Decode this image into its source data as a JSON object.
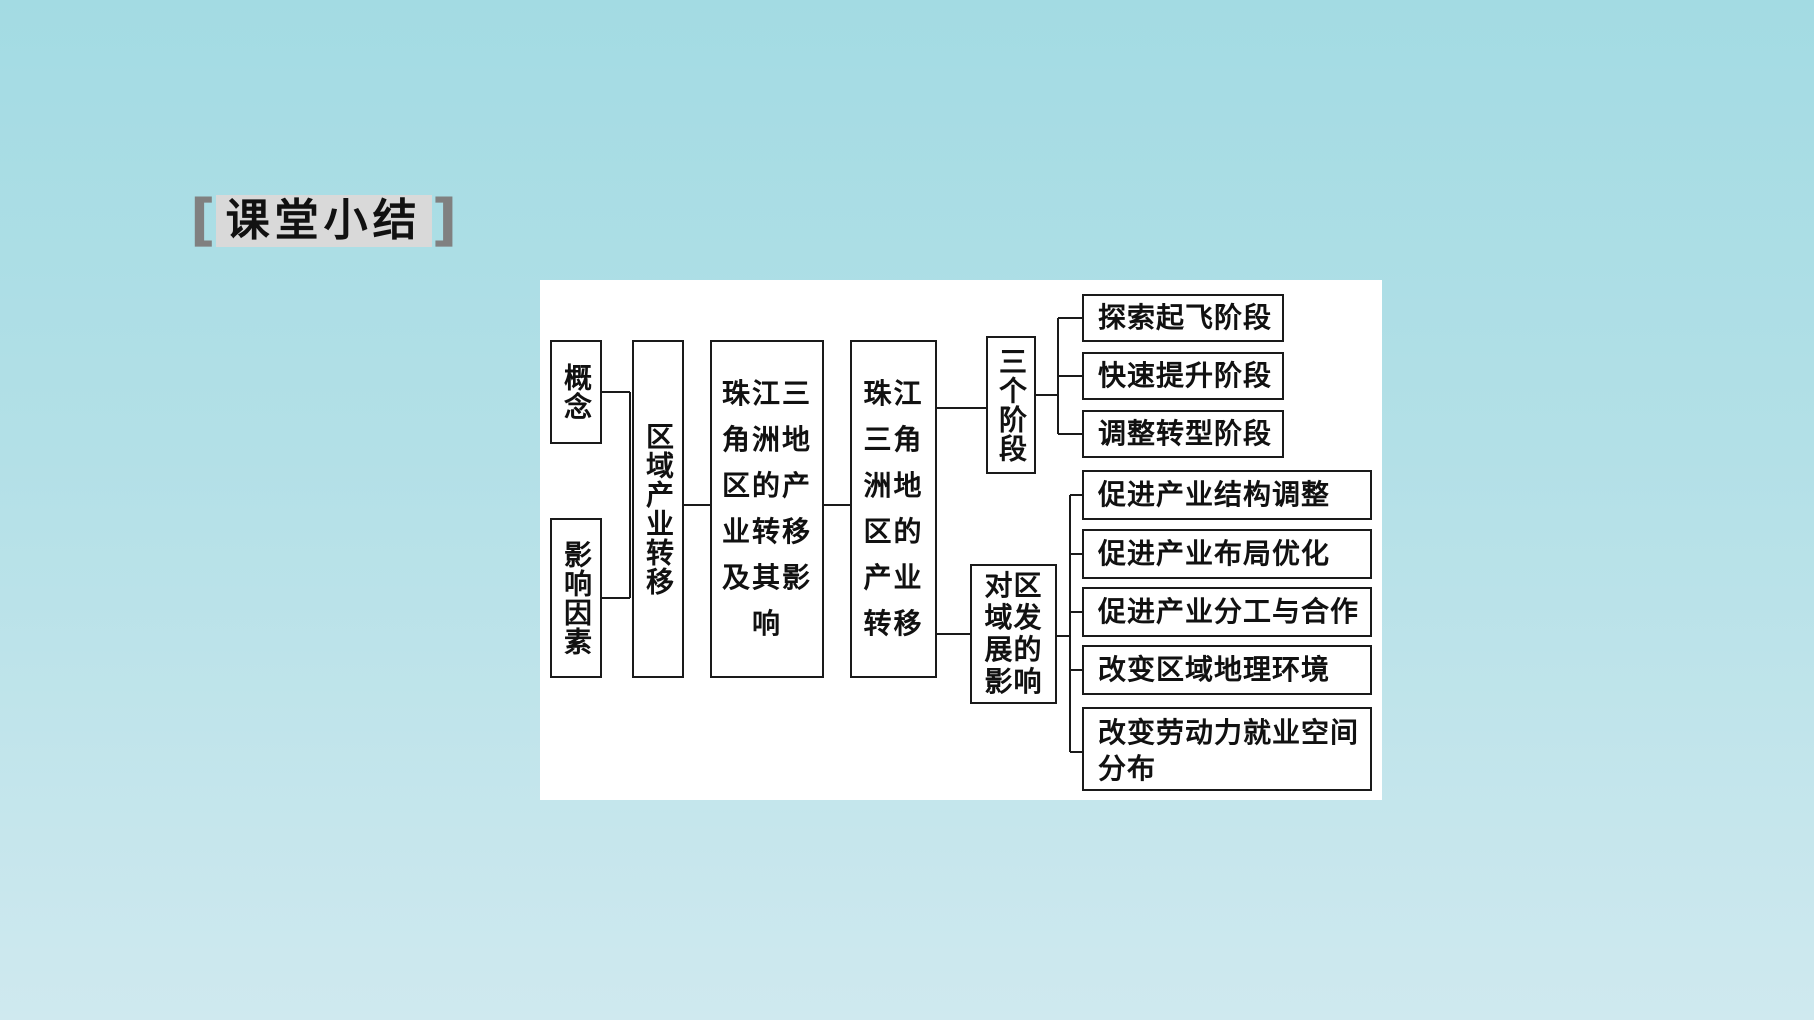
{
  "section_title": "课堂小结",
  "diagram": {
    "concept": "概念",
    "factors": "影响因素",
    "regional_transfer": "区域产业转移",
    "prd_transfer_impact": "珠江三角洲地区的产业转移及其影响",
    "prd_transfer": "珠江三角洲地区的产业转移",
    "three_stages": "三个阶段",
    "stages": [
      "探索起飞阶段",
      "快速提升阶段",
      "调整转型阶段"
    ],
    "impact_on_region": "对区域发展的影响",
    "impacts": [
      "促进产业结构调整",
      "促进产业布局优化",
      "促进产业分工与合作",
      "改变区域地理环境",
      "改变劳动力就业空间分布"
    ]
  }
}
